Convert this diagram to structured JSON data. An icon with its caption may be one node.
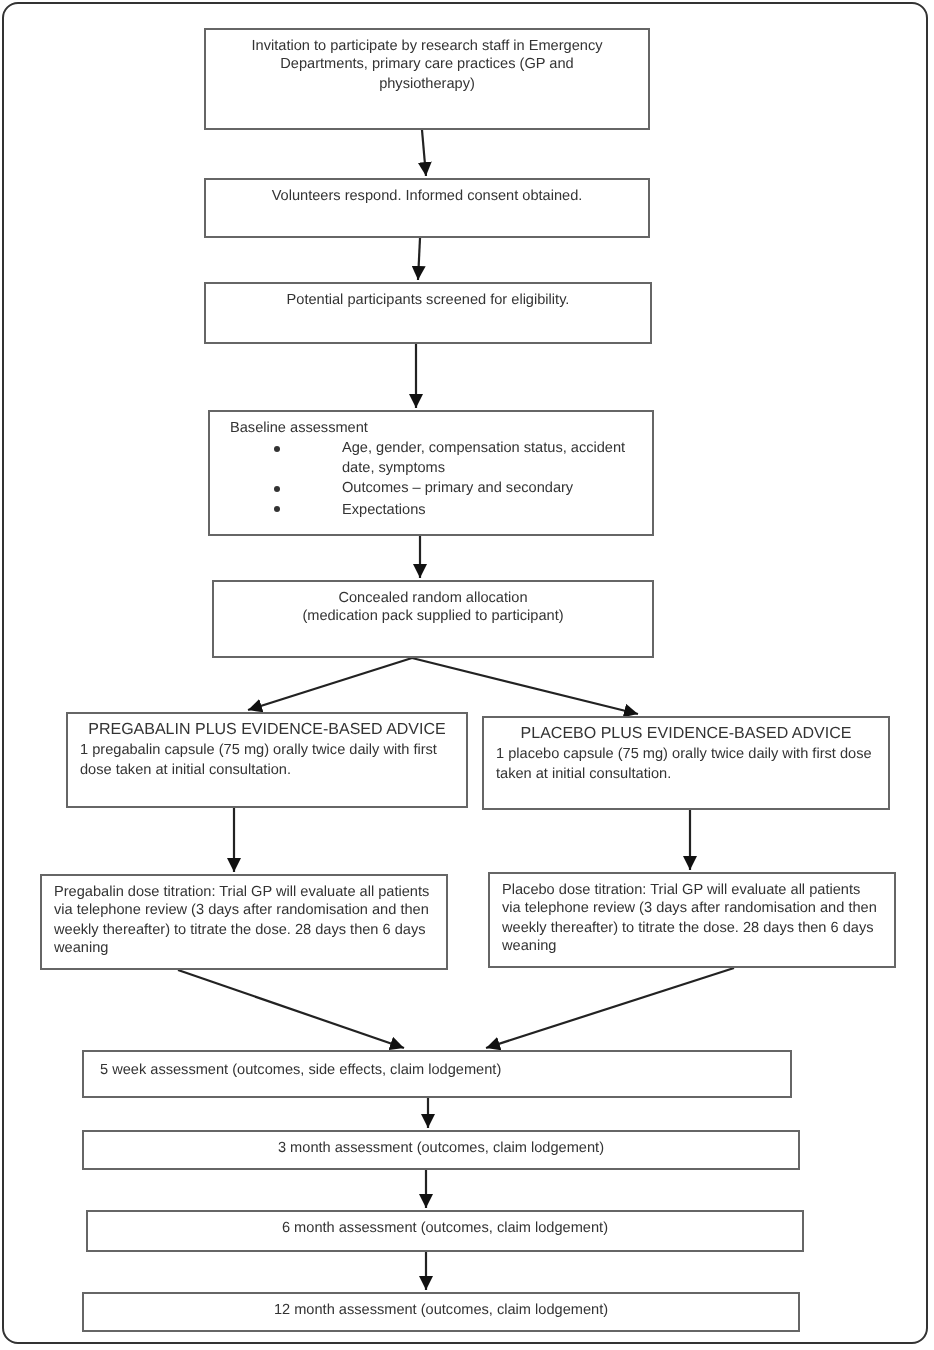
{
  "diagram": {
    "nodes": [
      {
        "text": [
          "Invitation to participate by research staff in Emergency Departments, primary care practices (GP and physiotherapy)"
        ]
      },
      {
        "text": [
          "Volunteers respond. Informed consent obtained."
        ]
      },
      {
        "text": [
          "Potential participants screened for eligibility."
        ]
      },
      {
        "text": [
          "Baseline assessment",
          "Age, gender, compensation status, accident date, symptoms",
          "Outcomes – primary and secondary",
          "Expectations"
        ]
      },
      {
        "text": [
          "Concealed random allocation (medication pack supplied to participant)"
        ]
      },
      {
        "text": [
          "PREGABALIN PLUS EVIDENCE-BASED ADVICE",
          "1 pregabalin capsule (75 mg) orally twice daily with first dose taken at initial consultation."
        ]
      },
      {
        "text": [
          "PLACEBO PLUS EVIDENCE-BASED ADVICE",
          "1 placebo capsule (75 mg) orally twice daily with first dose taken at initial consultation."
        ]
      },
      {
        "text": [
          "Pregabalin dose titration: Trial GP will evaluate all patients via telephone review (3 days after randomisation and then weekly thereafter) to titrate the dose. 28 days then 6 days weaning"
        ]
      },
      {
        "text": [
          "Placebo dose titration: Trial GP will evaluate all patients via telephone review (3 days after randomisation and then weekly thereafter) to titrate the dose. 28 days then 6 days weaning"
        ]
      },
      {
        "text": [
          "5 week assessment (outcomes, side effects, claim lodgement)"
        ]
      },
      {
        "text": [
          "3 month assessment (outcomes, claim lodgement)"
        ]
      },
      {
        "text": [
          "6 month assessment (outcomes, claim lodgement)"
        ]
      },
      {
        "text": [
          "12 month assessment (outcomes, claim lodgement)"
        ]
      }
    ],
    "edges": [
      {
        "from": 0,
        "to": 1,
        "arrow": "to"
      },
      {
        "from": 1,
        "to": 2,
        "arrow": "to"
      },
      {
        "from": 2,
        "to": 3,
        "arrow": "to"
      },
      {
        "from": 3,
        "to": 4,
        "arrow": "to"
      },
      {
        "from": 4,
        "to": 5,
        "arrow": "to"
      },
      {
        "from": 4,
        "to": 6,
        "arrow": "to"
      },
      {
        "from": 5,
        "to": 7,
        "arrow": "to"
      },
      {
        "from": 6,
        "to": 8,
        "arrow": "to"
      },
      {
        "from": 7,
        "to": 9,
        "arrow": "to"
      },
      {
        "from": 8,
        "to": 9,
        "arrow": "to"
      },
      {
        "from": 9,
        "to": 10,
        "arrow": "to"
      },
      {
        "from": 10,
        "to": 11,
        "arrow": "to"
      },
      {
        "from": 11,
        "to": 12,
        "arrow": "to"
      }
    ]
  }
}
